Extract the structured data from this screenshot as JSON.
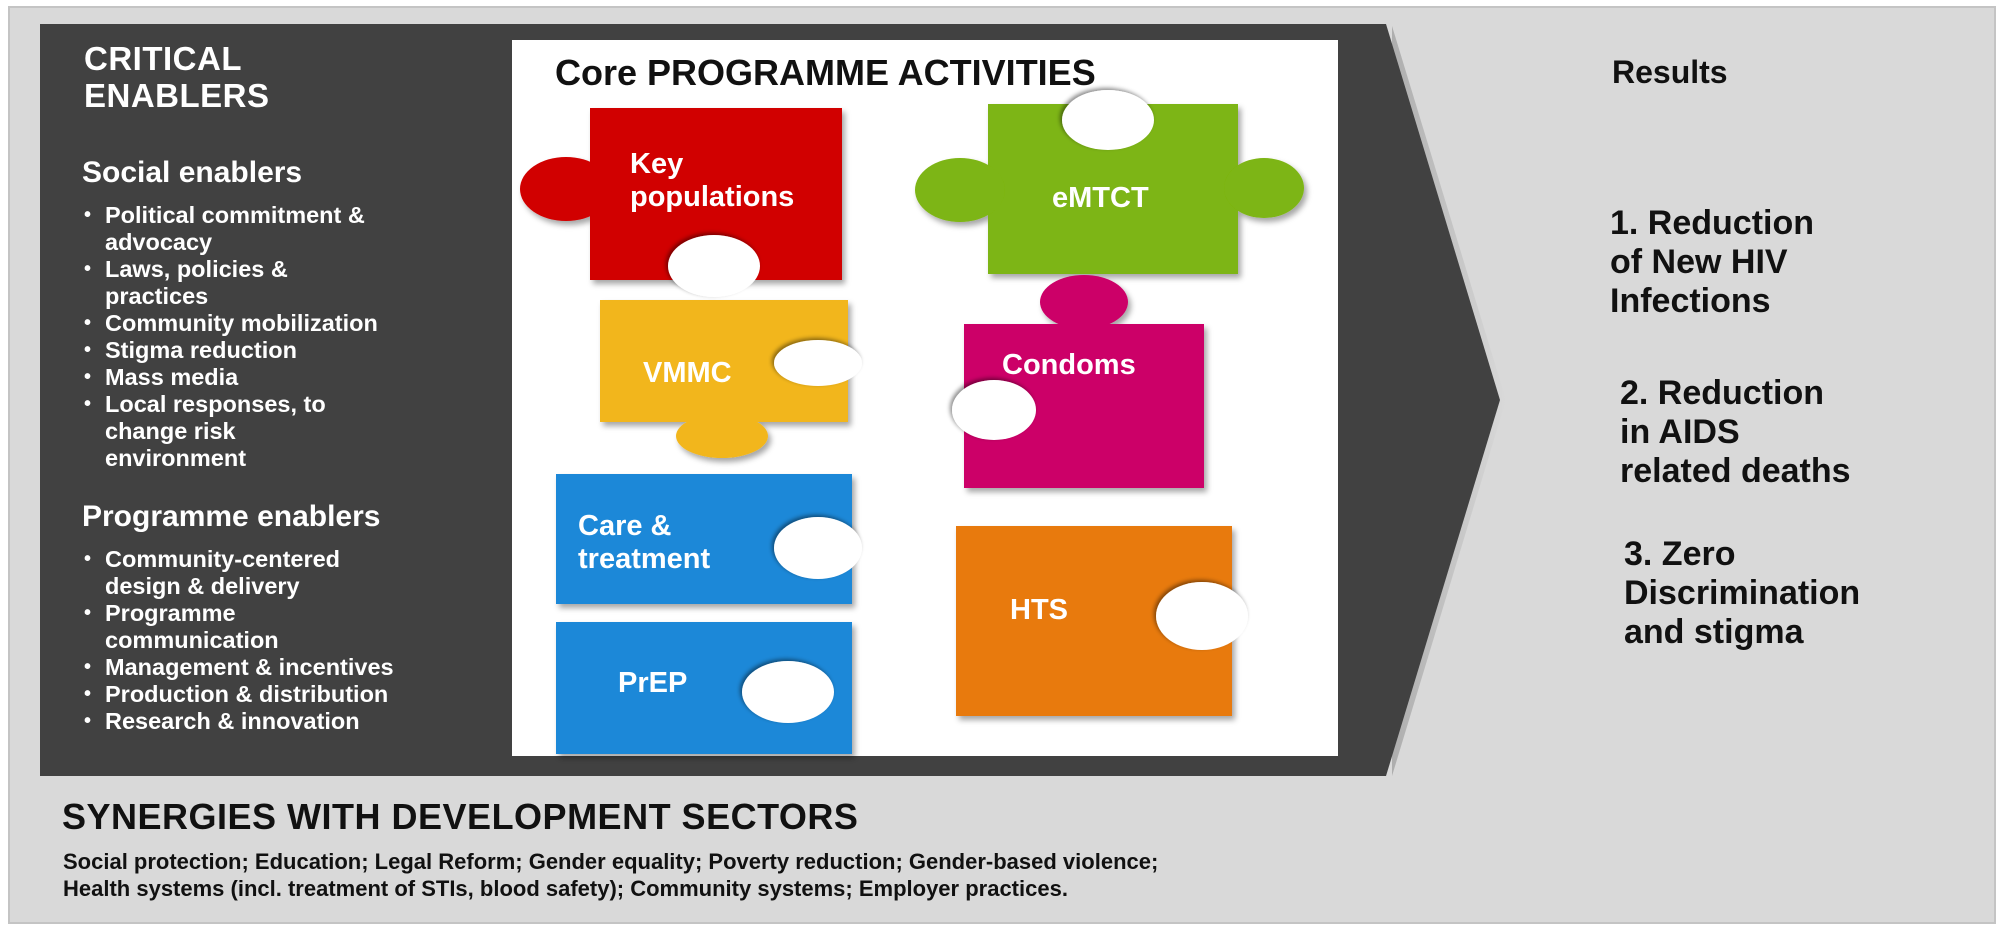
{
  "critical_enablers": {
    "title_lines": [
      "CRITICAL",
      "ENABLERS"
    ],
    "social": {
      "heading": "Social enablers",
      "items": [
        [
          "Political commitment &",
          "advocacy"
        ],
        [
          "Laws, policies &",
          "practices"
        ],
        [
          "Community mobilization"
        ],
        [
          "Stigma reduction"
        ],
        [
          "Mass media"
        ],
        [
          "Local responses, to",
          "change risk",
          "environment"
        ]
      ]
    },
    "programme": {
      "heading": "Programme enablers",
      "items": [
        [
          "Community-centered",
          "design & delivery"
        ],
        [
          "Programme",
          "communication"
        ],
        [
          "Management & incentives"
        ],
        [
          "Production & distribution"
        ],
        [
          "Research & innovation"
        ]
      ]
    }
  },
  "core": {
    "title": "Core PROGRAMME ACTIVITIES",
    "pieces": [
      {
        "lines": [
          "Key",
          "populations"
        ],
        "color": "#d10000"
      },
      {
        "lines": [
          "eMTCT"
        ],
        "color": "#7db512"
      },
      {
        "lines": [
          "VMMC"
        ],
        "color": "#f2b61b"
      },
      {
        "lines": [
          "Condoms"
        ],
        "color": "#cc0068"
      },
      {
        "lines": [
          "Care &",
          "treatment"
        ],
        "color": "#1f88d8"
      },
      {
        "lines": [
          "HTS"
        ],
        "color": "#e87a0c"
      },
      {
        "lines": [
          "PrEP"
        ],
        "color": "#1f88d8"
      }
    ]
  },
  "results": {
    "title": "Results",
    "items": [
      [
        "1. Reduction",
        "of New HIV",
        "Infections"
      ],
      [
        "2. Reduction",
        "in AIDS",
        "related deaths"
      ],
      [
        "3. Zero",
        "Discrimination",
        "and stigma"
      ]
    ]
  },
  "synergies": {
    "title": "SYNERGIES WITH DEVELOPMENT SECTORS",
    "lines": [
      "Social protection; Education; Legal Reform; Gender equality; Poverty reduction; Gender-based violence;",
      "Health systems (incl. treatment of STIs, blood safety); Community systems; Employer practices."
    ]
  },
  "colors": {
    "panel_dark": "#414141",
    "background": "#d9d9d9"
  }
}
